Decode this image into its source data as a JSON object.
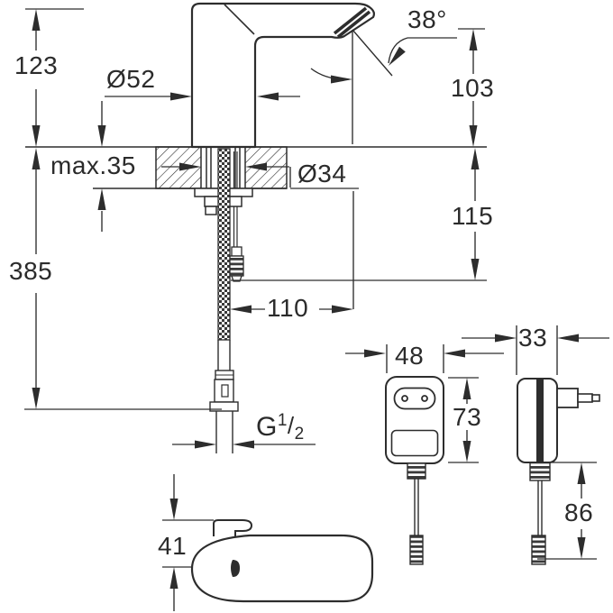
{
  "drawing_type": "faucet technical dimension drawing",
  "dimensions": {
    "faucet_height_above_deck": "123",
    "body_diameter": "Ø52",
    "outlet_angle": "38°",
    "outlet_height": "103",
    "max_deck_thickness": "max.35",
    "hole_diameter": "Ø34",
    "connector_depth_below_deck": "115",
    "total_depth_below_deck": "385",
    "spout_reach": "110",
    "adapter_width": "48",
    "adapter_height": "73",
    "adapter_depth": "33",
    "adapter_cable_length": "86",
    "body_side_height": "41",
    "thread": {
      "letter": "G",
      "sup": "1",
      "slash": "/",
      "sub": "2"
    }
  },
  "colors": {
    "line": "#2d2d2d",
    "background": "#ffffff"
  }
}
